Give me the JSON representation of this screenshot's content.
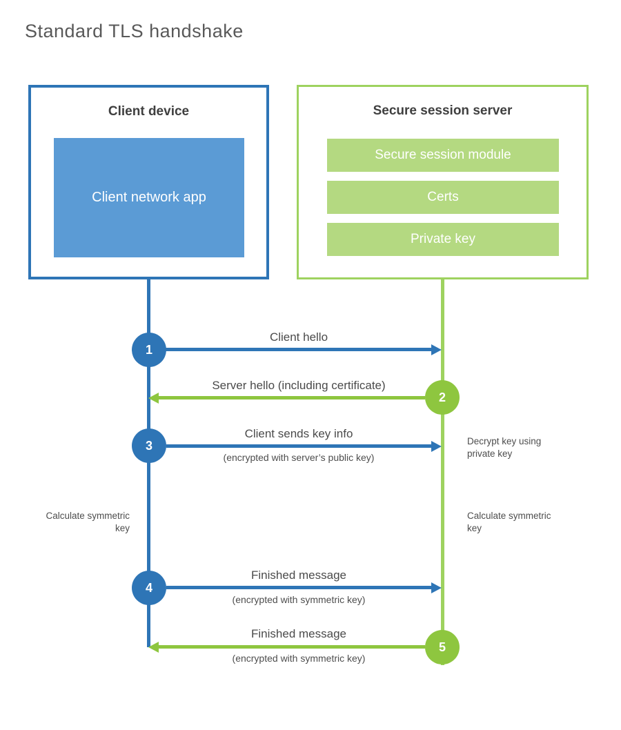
{
  "title": "Standard TLS handshake",
  "colors": {
    "blue": "#2e75b6",
    "blue_light": "#5b9bd5",
    "green": "#8ec63f",
    "green_border": "#9ed25f",
    "green_light": "#b4d981",
    "heading_text": "#3f3f3f",
    "label_text": "#4a4a4a",
    "title_text": "#595959"
  },
  "client": {
    "title": "Client device",
    "app_label": "Client network app"
  },
  "server": {
    "title": "Secure session server",
    "modules": [
      "Secure session module",
      "Certs",
      "Private key"
    ]
  },
  "messages": [
    {
      "step": "1",
      "label": "Client hello",
      "direction": "client-to-server"
    },
    {
      "step": "2",
      "label": "Server hello (including certificate)",
      "direction": "server-to-client"
    },
    {
      "step": "3",
      "label": "Client sends key info",
      "sub": "(encrypted with server’s public key)",
      "direction": "client-to-server"
    },
    {
      "step": "4",
      "label": "Finished message",
      "sub": "(encrypted with symmetric key)",
      "direction": "client-to-server"
    },
    {
      "step": "5",
      "label": "Finished message",
      "sub": "(encrypted with symmetric key)",
      "direction": "server-to-client"
    }
  ],
  "notes": [
    {
      "text": "Decrypt key using private key",
      "side": "server"
    },
    {
      "text": "Calculate symmetric key",
      "side": "client"
    },
    {
      "text": "Calculate symmetric key",
      "side": "server"
    }
  ]
}
